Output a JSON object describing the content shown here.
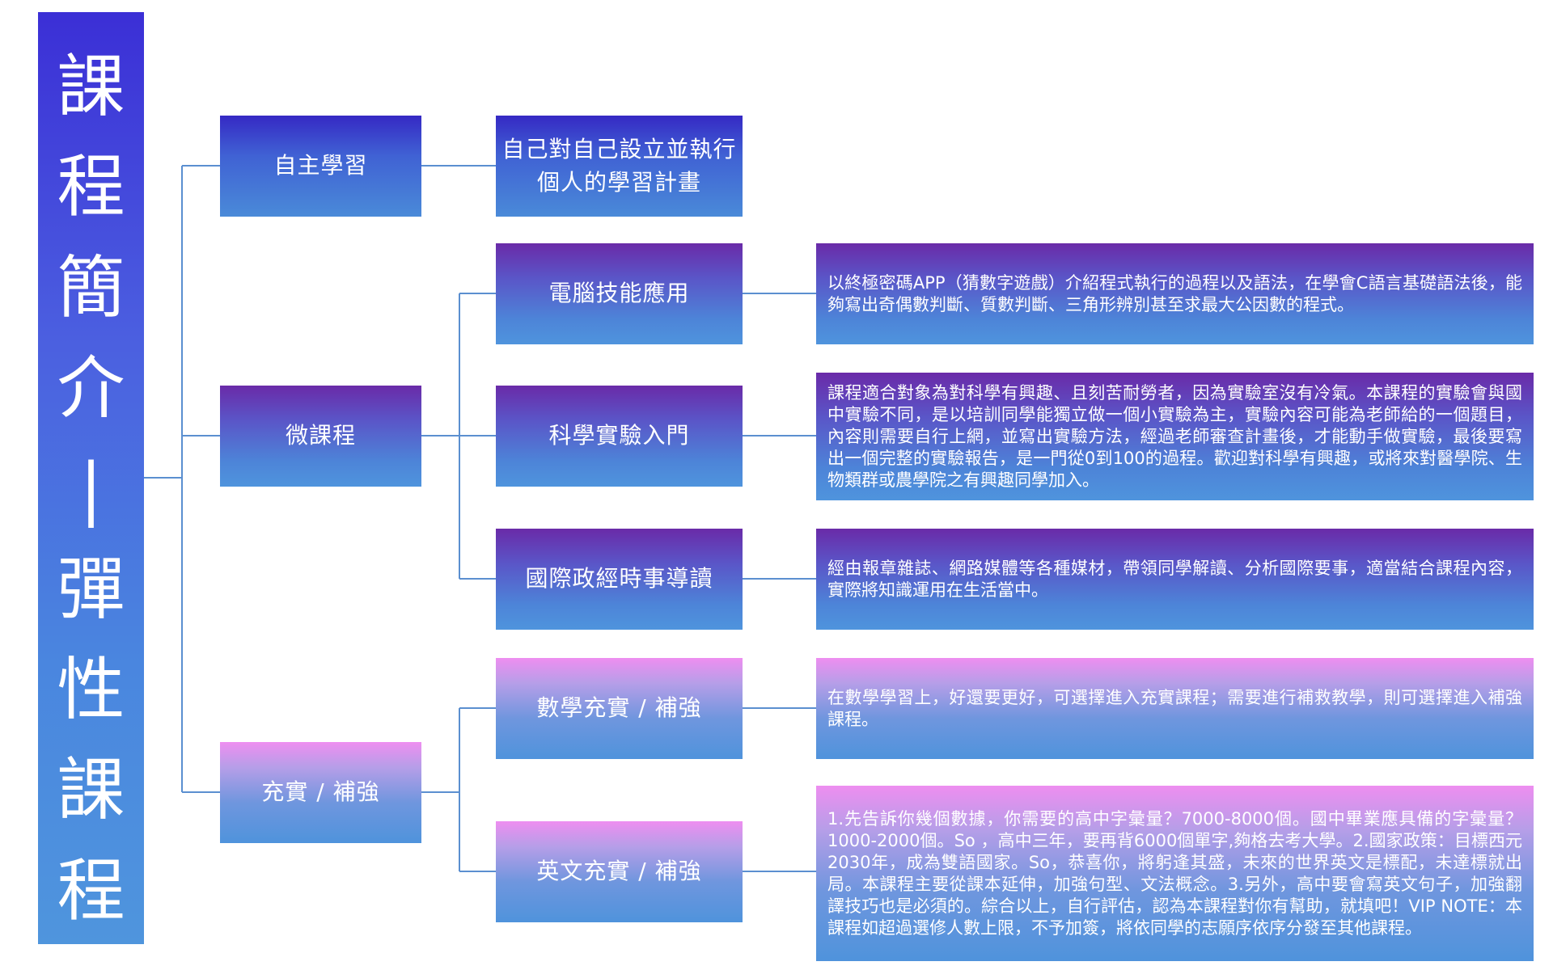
{
  "title": [
    "課",
    "程",
    "簡",
    "介",
    "|",
    "彈",
    "性",
    "課",
    "程"
  ],
  "categories": {
    "self_study": "自主學習",
    "micro": "微課程",
    "enrich": "充實 / 補強"
  },
  "self_study_detail": "自己對自己設立並執行個人的學習計畫",
  "courses": [
    {
      "name": "電腦技能應用",
      "desc": "以終極密碼APP（猜數字遊戲）介紹程式執行的過程以及語法，在學會C語言基礎語法後，能夠寫出奇偶數判斷、質數判斷、三角形辨別甚至求最大公因數的程式。"
    },
    {
      "name": "科學實驗入門",
      "desc": "課程適合對象為對科學有興趣、且刻苦耐勞者，因為實驗室沒有冷氣。本課程的實驗會與國中實驗不同，是以培訓同學能獨立做一個小實驗為主，實驗內容可能為老師給的一個題目，內容則需要自行上網，並寫出實驗方法，經過老師審查計畫後，才能動手做實驗，最後要寫出一個完整的實驗報告，是一門從0到100的過程。歡迎對科學有興趣，或將來對醫學院、生物類群或農學院之有興趣同學加入。"
    },
    {
      "name": "國際政經時事導讀",
      "desc": "經由報章雜誌、網路媒體等各種媒材，帶領同學解讀、分析國際要事，適當結合課程內容，實際將知識運用在生活當中。"
    },
    {
      "name": "數學充實 / 補強",
      "desc": "在數學學習上，好還要更好，可選擇進入充實課程；需要進行補救教學，則可選擇進入補強課程。"
    },
    {
      "name": "英文充實 / 補強",
      "desc": "1.先告訴你幾個數據，你需要的高中字彙量？7000-8000個。國中畢業應具備的字彙量？1000-2000個。So ，高中三年，要再背6000個單字,夠格去考大學。2.國家政策：目標西元2030年，成為雙語國家。So，恭喜你，將躬逢其盛，未來的世界英文是標配，未達標就出局。本課程主要從課本延伸，加強句型、文法概念。3.另外，高中要會寫英文句子，加強翻譯技巧也是必須的。綜合以上，自行評估，認為本課程對你有幫助，就填吧！VIP NOTE：本課程如超過選修人數上限，不予加簽，將依同學的志願序依序分發至其他課程。"
    }
  ],
  "colors": {
    "line": "#5b8fd0",
    "blue_top": "#3529c4",
    "purple_top": "#6a2aa8",
    "pink_top": "#ee8ef0",
    "bottom": "#4f94dd"
  }
}
